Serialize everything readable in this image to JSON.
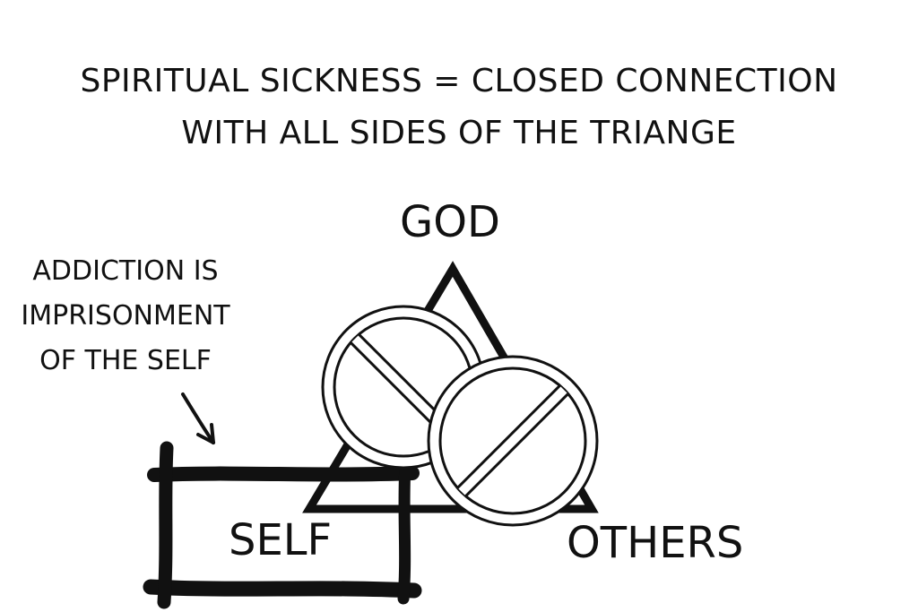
{
  "title": {
    "line1": "SPIRITUAL SICKNESS = CLOSED CONNECTION",
    "line2": "WITH ALL SIDES OF THE TRIANGE"
  },
  "nodes": {
    "top": "GOD",
    "bottom_left": "SELF",
    "bottom_right": "OTHERS"
  },
  "side_note": {
    "lines": [
      "ADDICTION IS",
      "IMPRISONMENT",
      "OF THE SELF"
    ]
  },
  "icons": {
    "blocked_symbol": "prohibited-icon",
    "arrow": "hand-drawn-arrow-icon",
    "box": "prison-box"
  },
  "colors": {
    "stroke": "#111111",
    "background": "#ffffff"
  }
}
